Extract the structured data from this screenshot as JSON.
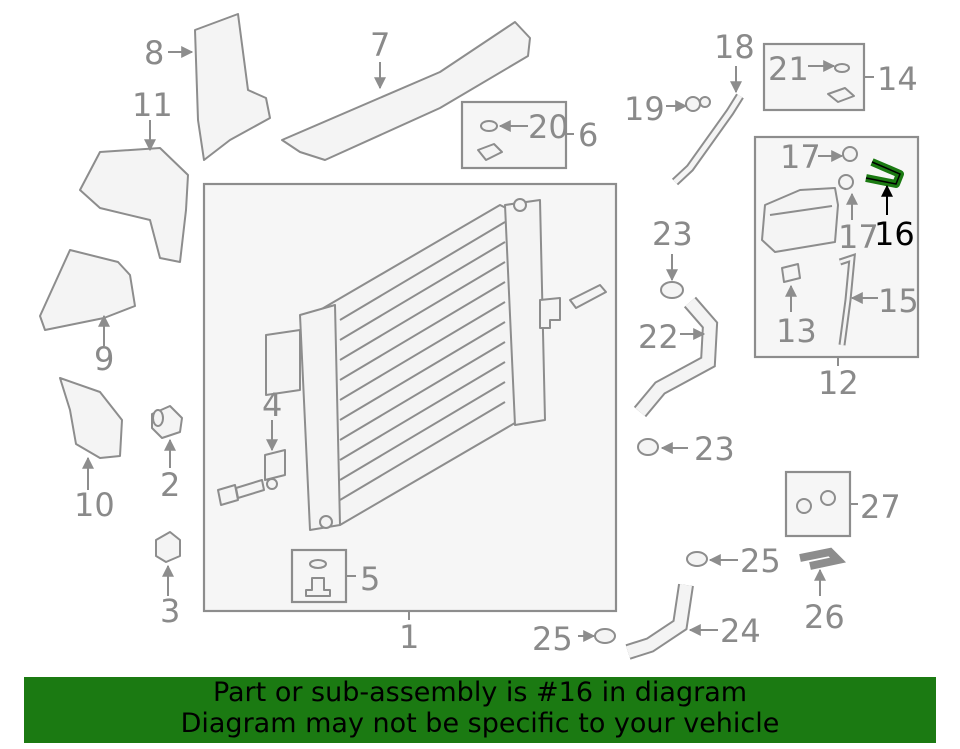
{
  "diagram": {
    "labels": [
      "1",
      "2",
      "3",
      "4",
      "5",
      "6",
      "7",
      "8",
      "9",
      "10",
      "11",
      "12",
      "13",
      "14",
      "15",
      "16",
      "17",
      "17",
      "18",
      "19",
      "20",
      "21",
      "22",
      "23",
      "23",
      "24",
      "25",
      "25",
      "26",
      "27"
    ],
    "highlight_label": "16",
    "highlight_color": "#1b7a12",
    "line_color": "#8d8d8d"
  },
  "banner": {
    "line1": "Part or sub-assembly is #16 in diagram",
    "line2": "Diagram may not be specific to your vehicle",
    "background": "#1b7a12"
  }
}
